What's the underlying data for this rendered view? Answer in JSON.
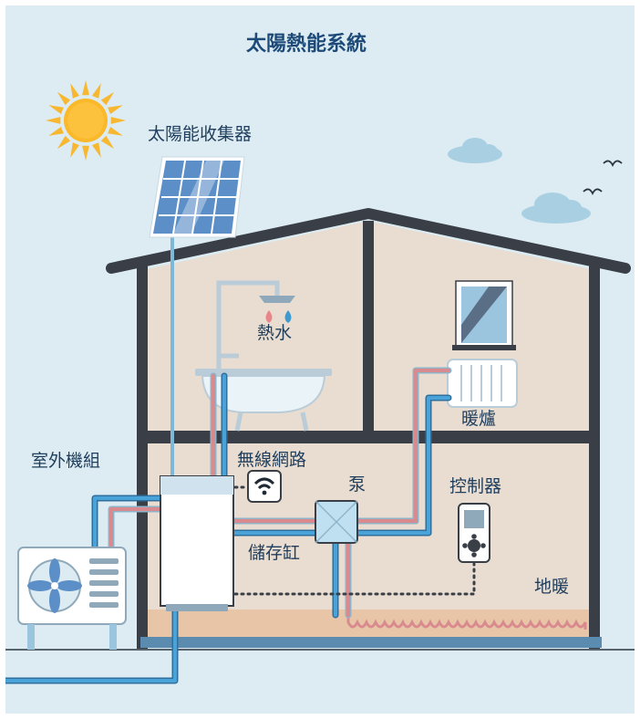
{
  "title": "太陽熱能系統",
  "labels": {
    "collector": "太陽能收集器",
    "hot_water": "熱水",
    "radiator": "暖爐",
    "outdoor_unit": "室外機組",
    "wifi": "無線網路",
    "pump": "泵",
    "controller": "控制器",
    "storage_tank": "儲存缸",
    "floor_heating": "地暖"
  },
  "colors": {
    "sky": "#dcecf2",
    "wall_interior": "#e8ddd0",
    "wall_frame": "#3a3f47",
    "hot_pipe": "#d98a8f",
    "cold_pipe": "#3f8fc6",
    "title": "#1d4a78",
    "sun": "#f7b731"
  }
}
